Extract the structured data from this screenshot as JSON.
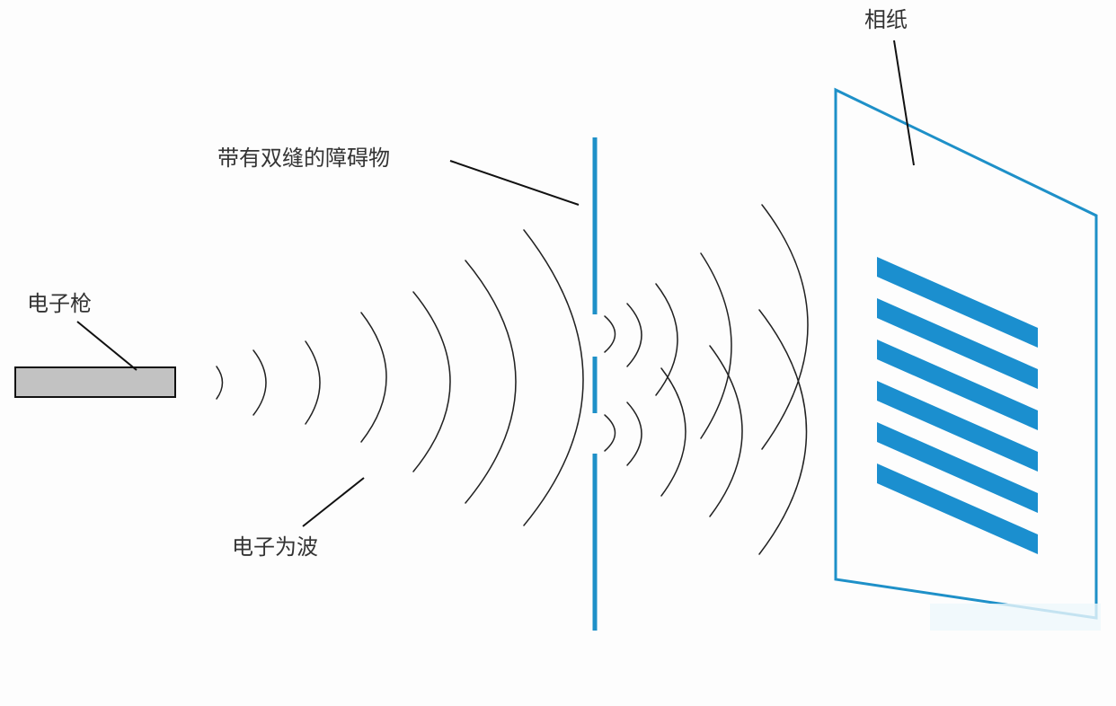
{
  "labels": {
    "electron_gun": "电子枪",
    "barrier": "带有双缝的障碍物",
    "photo_paper": "相纸",
    "electron_wave": "电子为波"
  },
  "colors": {
    "barrier": "#1e90c8",
    "fringes": "#1b8fcf",
    "gun_fill": "#c2c2c2",
    "wave_stroke": "#222222"
  },
  "fringe_count": 6
}
